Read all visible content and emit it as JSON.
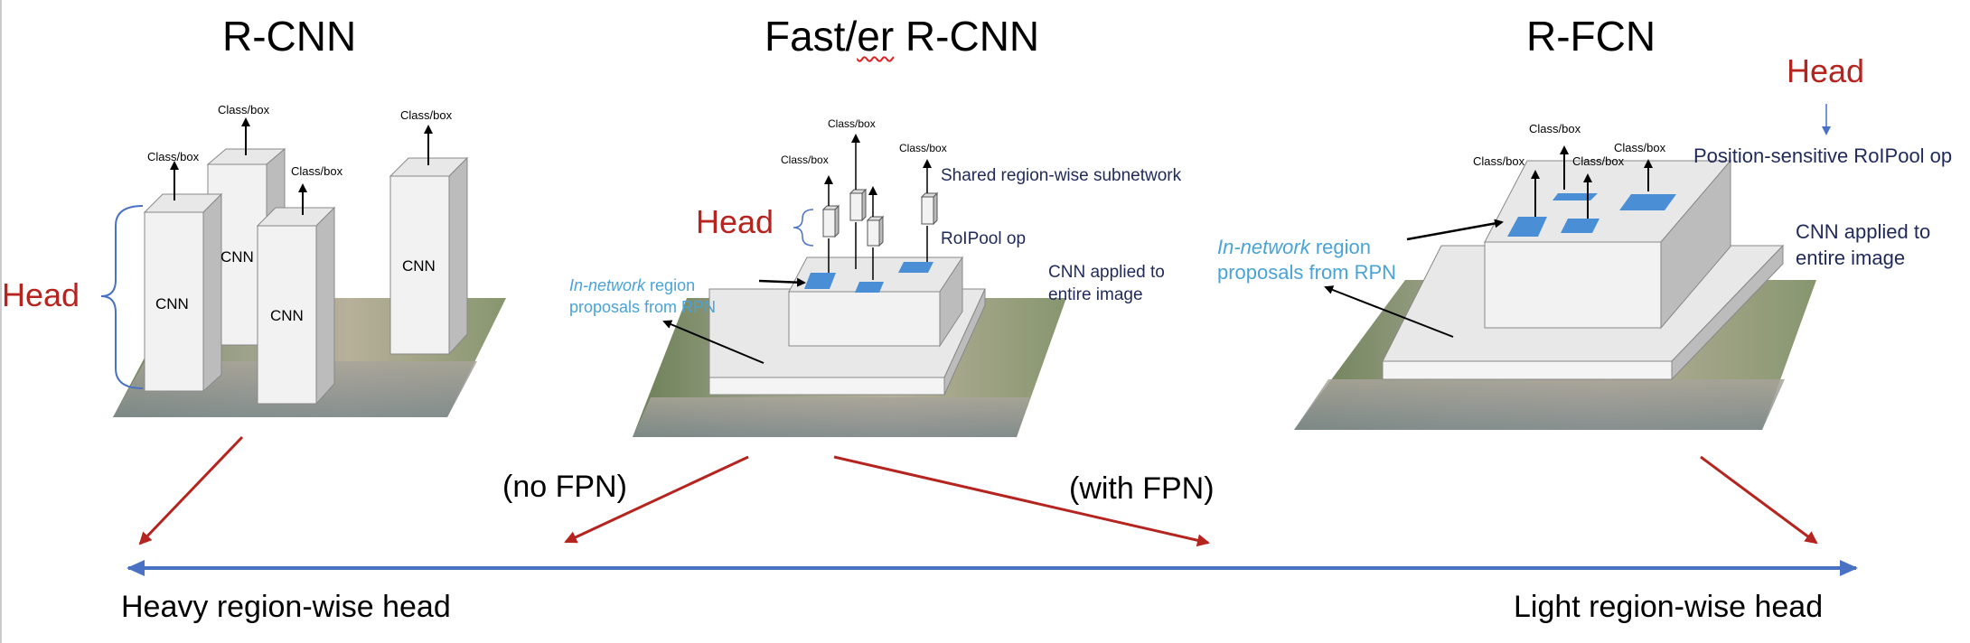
{
  "titles": {
    "rcnn": "R-CNN",
    "fast_pre": "Fast/",
    "fast_er": "er",
    "fast_post": " R-CNN",
    "rfcn": "R-FCN"
  },
  "rcnn": {
    "head": "Head",
    "class_box": "Class/box",
    "cnn": "CNN"
  },
  "fast": {
    "head": "Head",
    "class_box": "Class/box",
    "shared": "Shared region-wise subnetwork",
    "roipool": "RoIPool op",
    "cnn_applied_1": "CNN applied to",
    "cnn_applied_2": "entire image",
    "innet_italic": "In-network",
    "innet_rest": " region",
    "proposals": "proposals from RPN"
  },
  "rfcn": {
    "head": "Head",
    "class_box": "Class/box",
    "possens": "Position-sensitive RoIPool op",
    "cnn_applied_1": "CNN applied to",
    "cnn_applied_2": "entire image",
    "innet_italic": "In-network",
    "innet_rest": " region",
    "proposals": "proposals from RPN"
  },
  "spectrum": {
    "no_fpn": "(no FPN)",
    "with_fpn": "(with FPN)",
    "left": "Heavy region-wise head",
    "right": "Light region-wise head"
  },
  "colors": {
    "red": "#b5241f",
    "navy": "#1f2a5a",
    "light_blue": "#4aa3d6",
    "axis_blue": "#4a72c4",
    "roi_blue": "#4a8fd6"
  }
}
